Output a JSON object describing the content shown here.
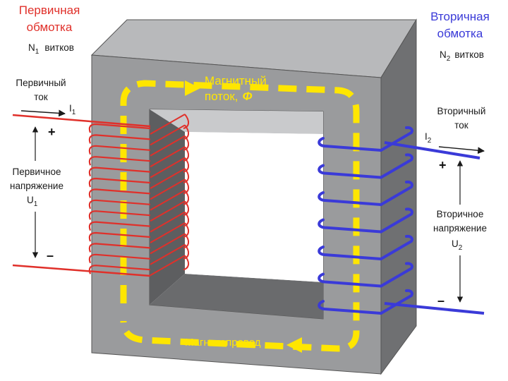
{
  "colors": {
    "primary": "#e0302a",
    "secondary": "#3a3ad8",
    "flux": "#ffe600",
    "core_face": "#9a9b9d",
    "core_top": "#b8b9bb",
    "core_side": "#6f7072",
    "core_inner": "#5d5e60"
  },
  "primary": {
    "title_line1": "Первичная",
    "title_line2": "обмотка",
    "turns_symbol": "N",
    "turns_sub": "1",
    "turns_word": "витков",
    "current_line1": "Первичный",
    "current_line2": "ток",
    "current_symbol": "I",
    "current_sub": "1",
    "voltage_line1": "Первичное",
    "voltage_line2": "напряжение",
    "voltage_symbol": "U",
    "voltage_sub": "1",
    "plus": "+",
    "minus": "–"
  },
  "secondary": {
    "title_line1": "Вторичная",
    "title_line2": "обмотка",
    "turns_symbol": "N",
    "turns_sub": "2",
    "turns_word": "витков",
    "current_line1": "Вторичный",
    "current_line2": "ток",
    "current_symbol": "I",
    "current_sub": "2",
    "voltage_line1": "Вторичное",
    "voltage_line2": "напряжение",
    "voltage_symbol": "U",
    "voltage_sub": "2",
    "plus": "+",
    "minus": "–"
  },
  "flux": {
    "line1": "Магнитный",
    "line2": "поток,",
    "symbol": "Φ"
  },
  "core": {
    "label": "Магнитопровод"
  }
}
